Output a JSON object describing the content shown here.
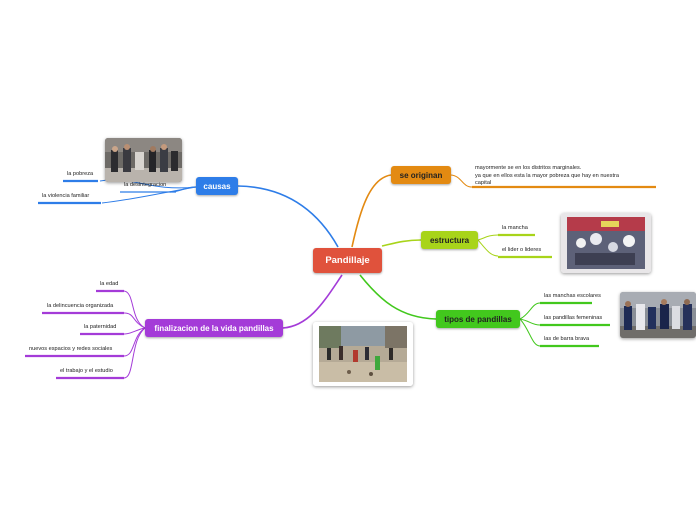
{
  "colors": {
    "central": "#e0523c",
    "causas": "#2e7de8",
    "se_originan": "#e38a12",
    "estructura": "#a8d41a",
    "tipos": "#42c81d",
    "finalizacion": "#a43bd8"
  },
  "central": {
    "label": "Pandillaje"
  },
  "causas": {
    "label": "causas",
    "leaves": [
      "la desintegracion",
      "la pobreza",
      "la violencia familiar"
    ]
  },
  "se_originan": {
    "label": "se originan",
    "text_line1": "mayormente se en los distritos marginales.",
    "text_line2": "ya que en ellos esta la mayor pobreza que hay en nuestra",
    "text_line3": "capital"
  },
  "estructura": {
    "label": "estructura",
    "leaves": [
      "la mancha",
      "el lider o lideres"
    ]
  },
  "tipos": {
    "label": "tipos de pandillas",
    "leaves": [
      "las manchas escolares",
      "las pandillas femeninas",
      "las de barra brava"
    ]
  },
  "finalizacion": {
    "label": "finalizacion de la vida pandillas",
    "leaves": [
      "la edad",
      "la delincuencia organizada",
      "la paternidad",
      "nuevos espacios y redes sociales",
      "el trabajo y el estudio"
    ]
  },
  "images": [
    "police-scene-photo",
    "crowd-photo",
    "students-photo",
    "street-fight-photo"
  ]
}
